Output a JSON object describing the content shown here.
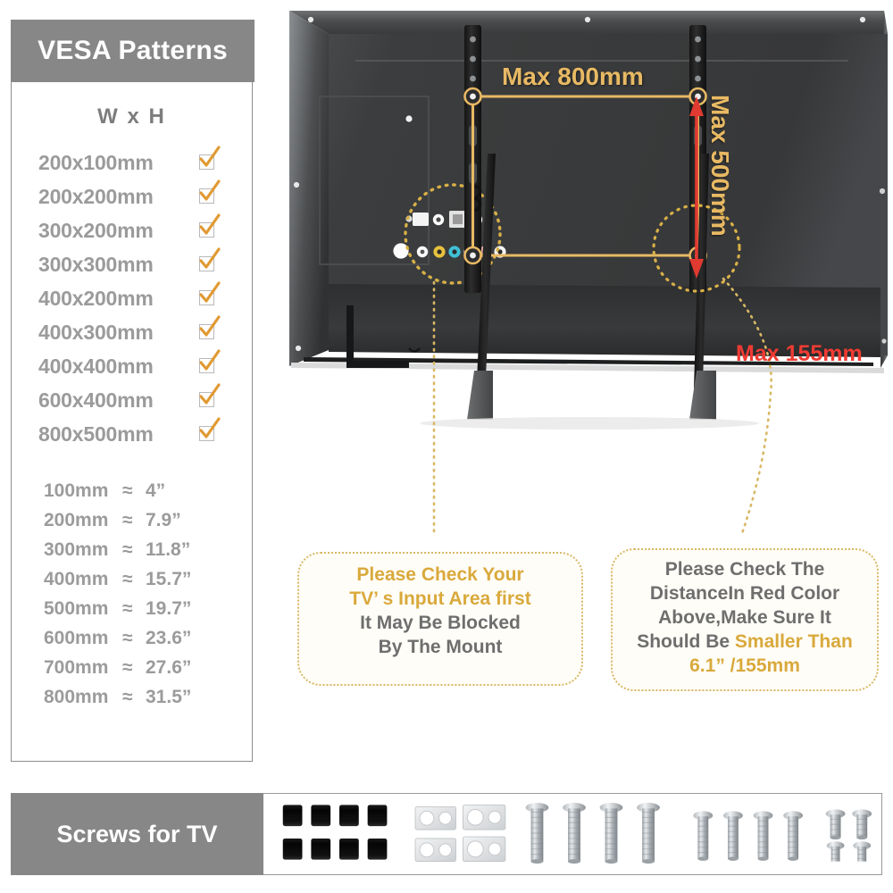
{
  "left_panel": {
    "header_title": "VESA Patterns",
    "column_header": "W x H",
    "vesa_patterns": [
      {
        "size": "200x100mm",
        "checked": true
      },
      {
        "size": "200x200mm",
        "checked": true
      },
      {
        "size": "300x200mm",
        "checked": true
      },
      {
        "size": "300x300mm",
        "checked": true
      },
      {
        "size": "400x200mm",
        "checked": true
      },
      {
        "size": "400x300mm",
        "checked": true
      },
      {
        "size": "400x400mm",
        "checked": true
      },
      {
        "size": "600x400mm",
        "checked": true
      },
      {
        "size": "800x500mm",
        "checked": true
      }
    ],
    "conversions": [
      {
        "mm": "100mm",
        "approx": "≈",
        "inch": "4”"
      },
      {
        "mm": "200mm",
        "approx": "≈",
        "inch": "7.9”"
      },
      {
        "mm": "300mm",
        "approx": "≈",
        "inch": "11.8”"
      },
      {
        "mm": "400mm",
        "approx": "≈",
        "inch": "15.7”"
      },
      {
        "mm": "500mm",
        "approx": "≈",
        "inch": "19.7”"
      },
      {
        "mm": "600mm",
        "approx": "≈",
        "inch": "23.6”"
      },
      {
        "mm": "700mm",
        "approx": "≈",
        "inch": "27.6”"
      },
      {
        "mm": "800mm",
        "approx": "≈",
        "inch": "31.5”"
      }
    ]
  },
  "diagram": {
    "max_width_label": "Max 800mm",
    "max_height_label": "Max 500mm",
    "max_depth_label": "Max 155mm"
  },
  "callout_left": {
    "line1": "Please Check Your",
    "line2": "TV’  s Input Area first",
    "line3": "It May Be Blocked",
    "line4": "By The Mount"
  },
  "callout_right": {
    "line1": "Please Check The",
    "line2": "DistanceIn Red Color",
    "line3": "Above,Make Sure It",
    "line4_grey": "Should Be ",
    "line4_gold": "Smaller Than",
    "line5": "6.1” /155mm"
  },
  "screws_section": {
    "title": "Screws for TV"
  },
  "colors": {
    "header_grey": "#878787",
    "list_text_grey": "#9b9b9b",
    "gold": "#d9a93c",
    "dim_gold": "#e8b964",
    "red": "#ef3b33",
    "callout_border": "#d9b866"
  }
}
